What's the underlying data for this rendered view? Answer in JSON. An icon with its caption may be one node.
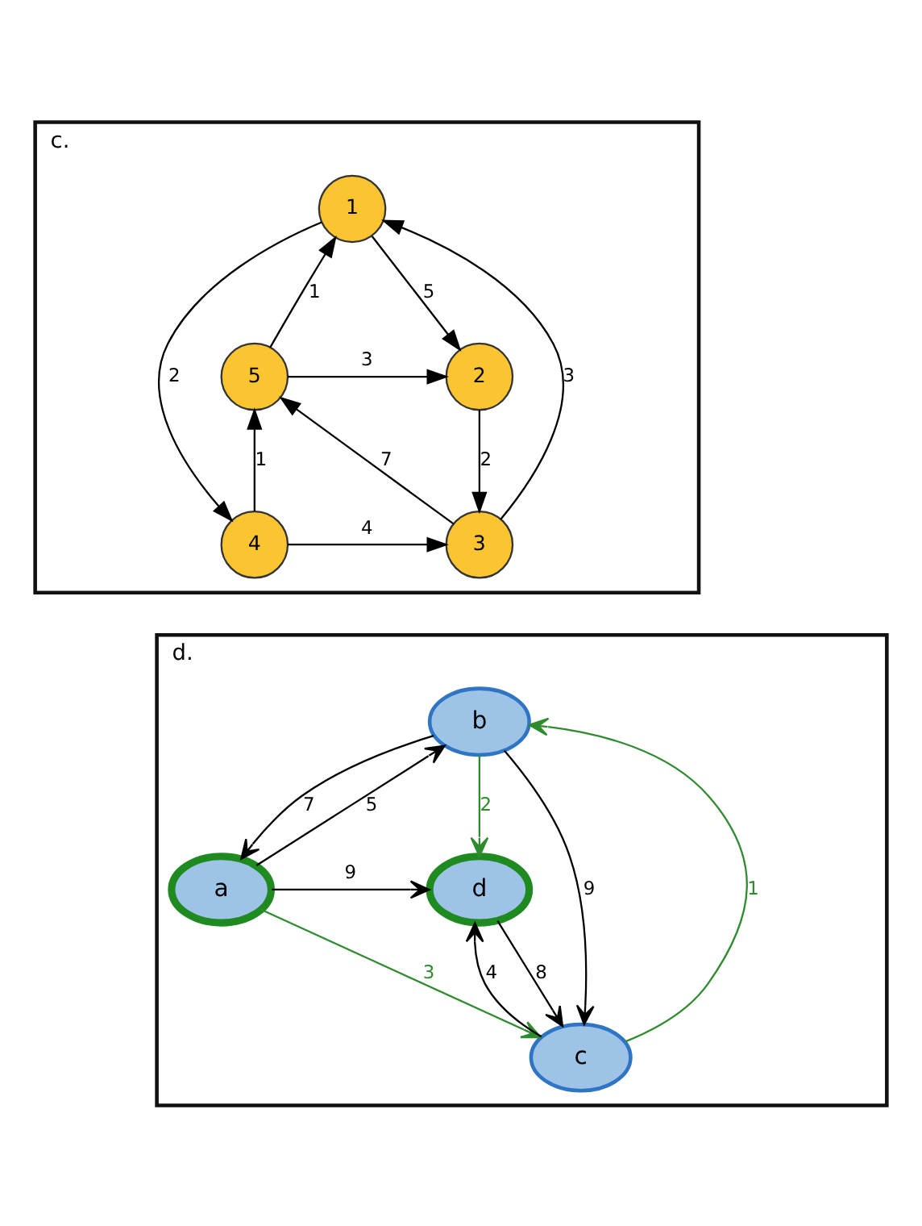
{
  "diagram": {
    "nodes": [
      {
        "text": [
          "c."
        ]
      },
      {
        "text": [
          "1"
        ],
        "in": 0
      },
      {
        "text": [
          "5"
        ],
        "in": 0
      },
      {
        "text": [
          "2"
        ],
        "in": 0
      },
      {
        "text": [
          "4"
        ],
        "in": 0
      },
      {
        "text": [
          "3"
        ],
        "in": 0
      },
      {
        "text": [
          "d."
        ]
      },
      {
        "text": [
          "b"
        ],
        "in": 6
      },
      {
        "text": [
          "a"
        ],
        "in": 6
      },
      {
        "text": [
          "d"
        ],
        "in": 6
      },
      {
        "text": [
          "c"
        ],
        "in": 6
      }
    ],
    "edges": [
      {
        "from": 2,
        "to": 1,
        "arrow": "to",
        "label": "1"
      },
      {
        "from": 1,
        "to": 3,
        "arrow": "to",
        "label": "5"
      },
      {
        "from": 2,
        "to": 3,
        "arrow": "to",
        "label": "3"
      },
      {
        "from": 1,
        "to": 4,
        "arrow": "to",
        "label": "2"
      },
      {
        "from": 5,
        "to": 1,
        "arrow": "to",
        "label": "3"
      },
      {
        "from": 3,
        "to": 5,
        "arrow": "to",
        "label": "2"
      },
      {
        "from": 5,
        "to": 2,
        "arrow": "to",
        "label": "7"
      },
      {
        "from": 4,
        "to": 2,
        "arrow": "to",
        "label": "1"
      },
      {
        "from": 4,
        "to": 5,
        "arrow": "to",
        "label": "4"
      },
      {
        "from": 8,
        "to": 7,
        "arrow": "to",
        "label": "5"
      },
      {
        "from": 7,
        "to": 8,
        "arrow": "to",
        "label": "7"
      },
      {
        "from": 10,
        "to": 7,
        "arrow": "to",
        "label": "1",
        "color": "#2e8b2e"
      },
      {
        "from": 7,
        "to": 10,
        "arrow": "to",
        "label": "9"
      },
      {
        "from": 7,
        "to": 9,
        "arrow": "to",
        "label": "2",
        "color": "#2e8b2e"
      },
      {
        "from": 8,
        "to": 9,
        "arrow": "to",
        "label": "9"
      },
      {
        "from": 8,
        "to": 10,
        "arrow": "to",
        "label": "3",
        "color": "#2e8b2e"
      },
      {
        "from": 10,
        "to": 9,
        "arrow": "to",
        "label": "4"
      },
      {
        "from": 9,
        "to": 10,
        "arrow": "to",
        "label": "8"
      }
    ]
  }
}
